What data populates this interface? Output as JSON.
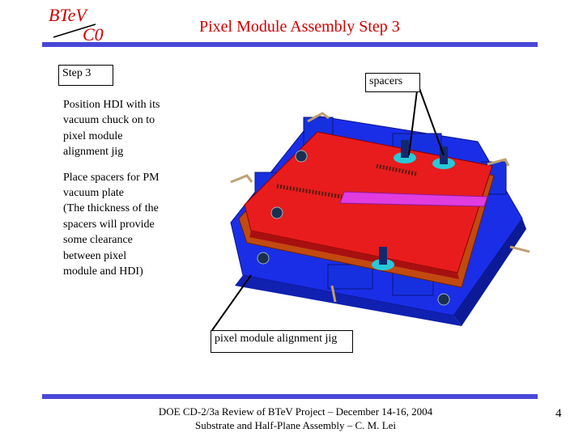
{
  "header": {
    "title": "Pixel Module Assembly Step 3",
    "logo_text_top": "BTeV",
    "logo_text_bottom": "C0"
  },
  "callouts": {
    "step": "Step 3",
    "spacers": "spacers",
    "jig": "pixel module alignment jig"
  },
  "description": {
    "para1": "Position HDI with its\nvacuum chuck on to\npixel module\nalignment jig",
    "para2": "Place spacers for PM\nvacuum plate\n(The thickness of the\nspacers will provide\nsome clearance\nbetween pixel\nmodule and HDI)"
  },
  "footer": {
    "line1": "DOE CD-2/3a Review of BTeV Project – December 14-16, 2004",
    "line2": "Substrate and Half-Plane Assembly – C. M. Lei",
    "page_number": "4"
  },
  "colors": {
    "title": "#cc0000",
    "rule": "#4848d8",
    "jig_base": "#1a2ee8",
    "plate_red": "#e81c1c",
    "hdi_strip": "#e03ce0",
    "spacer_cyan": "#28c8d8"
  }
}
